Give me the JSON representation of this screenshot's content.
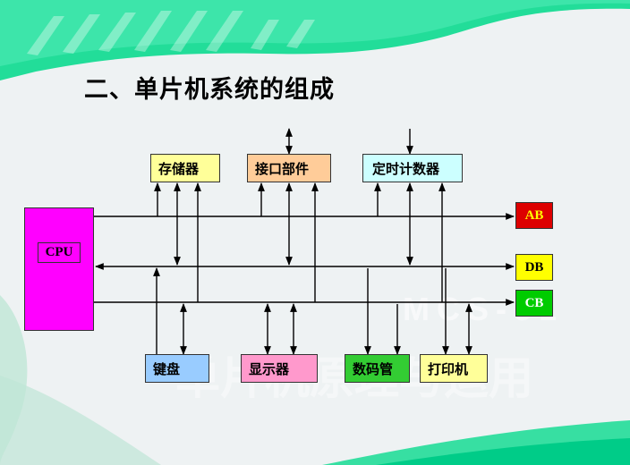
{
  "title": "二、单片机系统的组成",
  "watermark": {
    "line1": "MCS-51",
    "line2": "单片机原理与运用"
  },
  "cpu": {
    "label": "CPU",
    "fill": "#ff00ff"
  },
  "blocks": {
    "memory": {
      "label": "存储器",
      "fill": "#ffff99"
    },
    "interface": {
      "label": "接口部件",
      "fill": "#ffcc99"
    },
    "timer": {
      "label": "定时计数器",
      "fill": "#ccffff"
    },
    "keyboard": {
      "label": "键盘",
      "fill": "#99ccff"
    },
    "display": {
      "label": "显示器",
      "fill": "#ff99cc"
    },
    "digits": {
      "label": "数码管",
      "fill": "#33cc33"
    },
    "printer": {
      "label": "打印机",
      "fill": "#ffff99"
    }
  },
  "buses": {
    "ab": {
      "label": "AB",
      "fill": "#dd0000",
      "text_color": "#ffff00"
    },
    "db": {
      "label": "DB",
      "fill": "#ffff00",
      "text_color": "#000000"
    },
    "cb": {
      "label": "CB",
      "fill": "#00cc00",
      "text_color": "#ffffff"
    }
  },
  "colors": {
    "background": "#eef2f3",
    "top_band": "#22dd99",
    "line": "#000000"
  }
}
